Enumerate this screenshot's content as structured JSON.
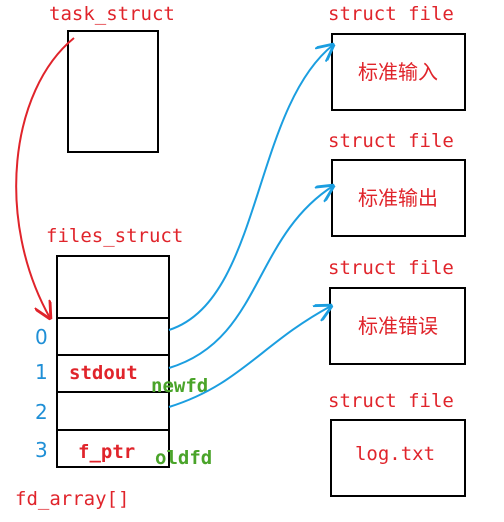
{
  "task_struct": {
    "label": "task_struct"
  },
  "files_struct": {
    "label": "files_struct",
    "array_label": "fd_array[]",
    "slots": [
      {
        "index": "0",
        "text": ""
      },
      {
        "index": "1",
        "text": "stdout"
      },
      {
        "index": "2",
        "text": ""
      },
      {
        "index": "3",
        "text": "f_ptr"
      }
    ],
    "annotations": {
      "newfd": "newfd",
      "oldfd": "oldfd"
    }
  },
  "files": [
    {
      "type_label": "struct file",
      "content": "标准输入"
    },
    {
      "type_label": "struct file",
      "content": "标准输出"
    },
    {
      "type_label": "struct file",
      "content": "标准错误"
    },
    {
      "type_label": "struct file",
      "content": "log.txt"
    }
  ],
  "colors": {
    "label_red": "#e0242b",
    "index_blue": "#1f8fd6",
    "annotation_green": "#4aa42a",
    "arrow_red": "#e0242b",
    "arrow_blue": "#1b9ee0",
    "box_stroke": "#000000"
  }
}
